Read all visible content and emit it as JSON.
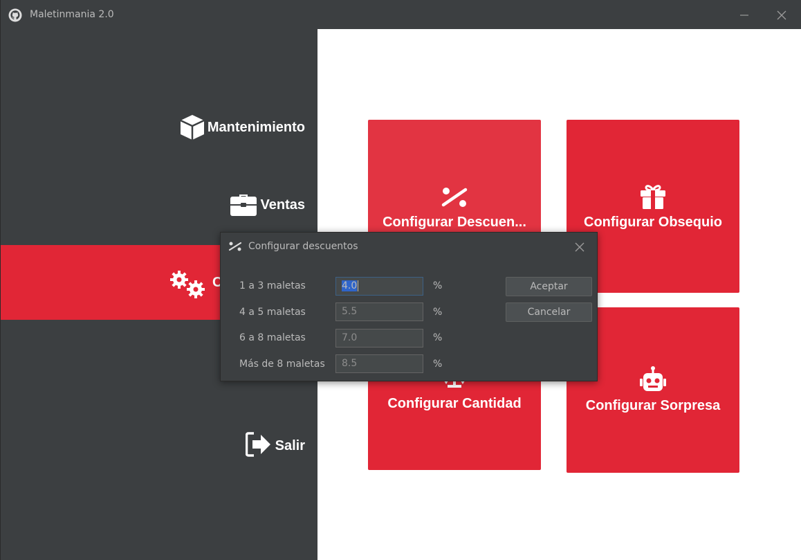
{
  "window": {
    "title": "Maletinmania 2.0"
  },
  "colors": {
    "accent": "#e12636",
    "sidebar_bg": "#3c3f41",
    "content_bg": "#ffffff",
    "dialog_bg": "#3c3f41"
  },
  "sidebar": {
    "items": [
      {
        "label": "Mantenimiento",
        "icon": "cube-icon"
      },
      {
        "label": "Ventas",
        "icon": "briefcase-icon"
      },
      {
        "label": "C",
        "icon": "gears-icon",
        "active": true
      },
      {
        "label": "Salir",
        "icon": "sign-out-icon"
      }
    ]
  },
  "cards": [
    {
      "label": "Configurar Descuen...",
      "icon": "percent-icon"
    },
    {
      "label": "Configurar Obsequio",
      "icon": "gift-icon"
    },
    {
      "label": "Configurar Cantidad",
      "icon": "scale-icon"
    },
    {
      "label": "Configurar Sorpresa",
      "icon": "robot-icon"
    }
  ],
  "dialog": {
    "title": "Configurar descuentos",
    "rows": [
      {
        "label": "1 a 3 maletas",
        "value": "4.0",
        "unit": "%"
      },
      {
        "label": "4 a 5 maletas",
        "value": "5.5",
        "unit": "%"
      },
      {
        "label": "6 a 8 maletas",
        "value": "7.0",
        "unit": "%"
      },
      {
        "label": "Más de 8 maletas",
        "value": "8.5",
        "unit": "%"
      }
    ],
    "accept_label": "Aceptar",
    "cancel_label": "Cancelar"
  }
}
